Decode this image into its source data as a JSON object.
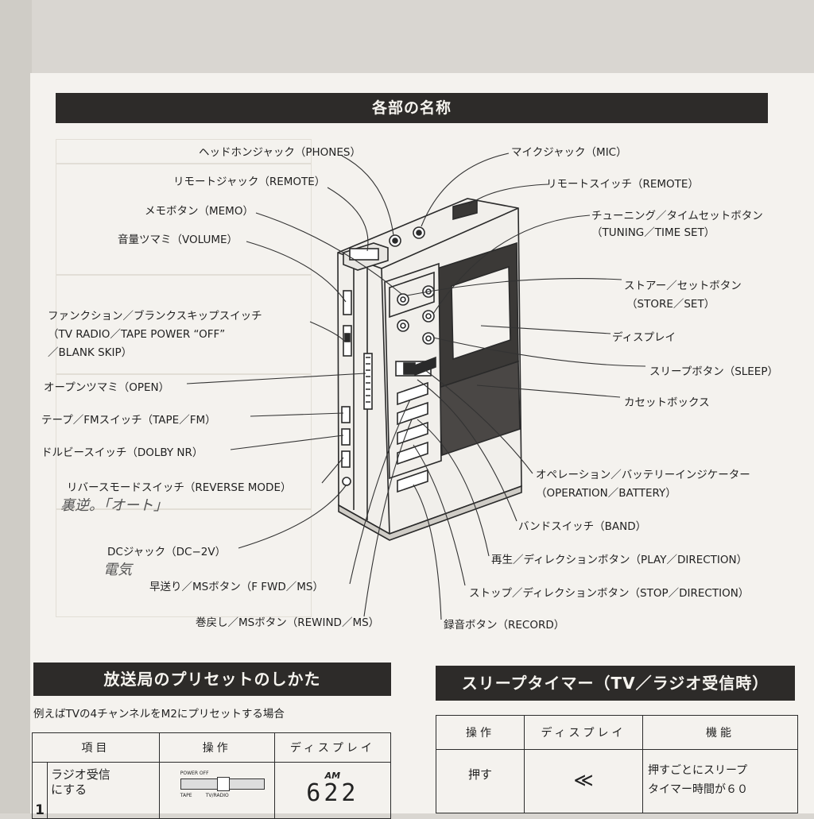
{
  "header": {
    "title": "各部の名称"
  },
  "labels_left": {
    "phones": "ヘッドホンジャック（PHONES）",
    "remote_jack": "リモートジャック（REMOTE）",
    "memo": "メモボタン（MEMO）",
    "volume": "音量ツマミ（VOLUME）",
    "function_line1": "ファンクション／ブランクスキップスイッチ",
    "function_line2": "（TV  RADIO／TAPE  POWER “OFF”",
    "function_line3": "／BLANK  SKIP）",
    "open": "オープンツマミ（OPEN）",
    "tape_fm": "テープ／FMスイッチ（TAPE／FM）",
    "dolby": "ドルビースイッチ（DOLBY  NR）",
    "reverse": "リバースモードスイッチ（REVERSE  MODE）",
    "dc_jack": "DCジャック（DC−2V）",
    "ffwd": "早送り／MSボタン（F  FWD／MS）",
    "rewind": "巻戻し／MSボタン（REWIND／MS）"
  },
  "labels_right": {
    "mic": "マイクジャック（MIC）",
    "remote_switch": "リモートスイッチ（REMOTE）",
    "tuning_line1": "チューニング／タイムセットボタン",
    "tuning_line2": "（TUNING／TIME  SET）",
    "store_line1": "ストアー／セットボタン",
    "store_line2": "（STORE／SET）",
    "display": "ディスプレイ",
    "sleep": "スリープボタン（SLEEP）",
    "cassette": "カセットボックス",
    "operation_line1": "オペレーション／バッテリーインジケーター",
    "operation_line2": "（OPERATION／BATTERY）",
    "band": "バンドスイッチ（BAND）",
    "play": "再生／ディレクションボタン（PLAY／DIRECTION）",
    "stop": "ストップ／ディレクションボタン（STOP／DIRECTION）",
    "record": "録音ボタン（RECORD）"
  },
  "handwritten": {
    "note1": "裏逆。「オート」",
    "note2": "電気"
  },
  "preset_section": {
    "title": "放送局のプリセットのしかた",
    "note": "例えばTVの4チャンネルをM2にプリセットする場合",
    "headers": [
      "項目",
      "操作",
      "ディスプレイ"
    ],
    "row1": {
      "num": "1",
      "item_line1": "ラジオ受信",
      "item_line2": "にする",
      "op_label1": "POWER OFF",
      "op_label2": "TAPE",
      "op_label3": "TV/RADIO",
      "display_label": "AM",
      "display_value": "622"
    }
  },
  "sleep_section": {
    "title": "スリープタイマー（TV／ラジオ受信時）",
    "headers": [
      "操作",
      "ディスプレイ",
      "機能"
    ],
    "row1": {
      "op": "押す",
      "display": "≪",
      "func_line1": "押すごとにスリープ",
      "func_line2": "タイマー時間が６０"
    }
  }
}
